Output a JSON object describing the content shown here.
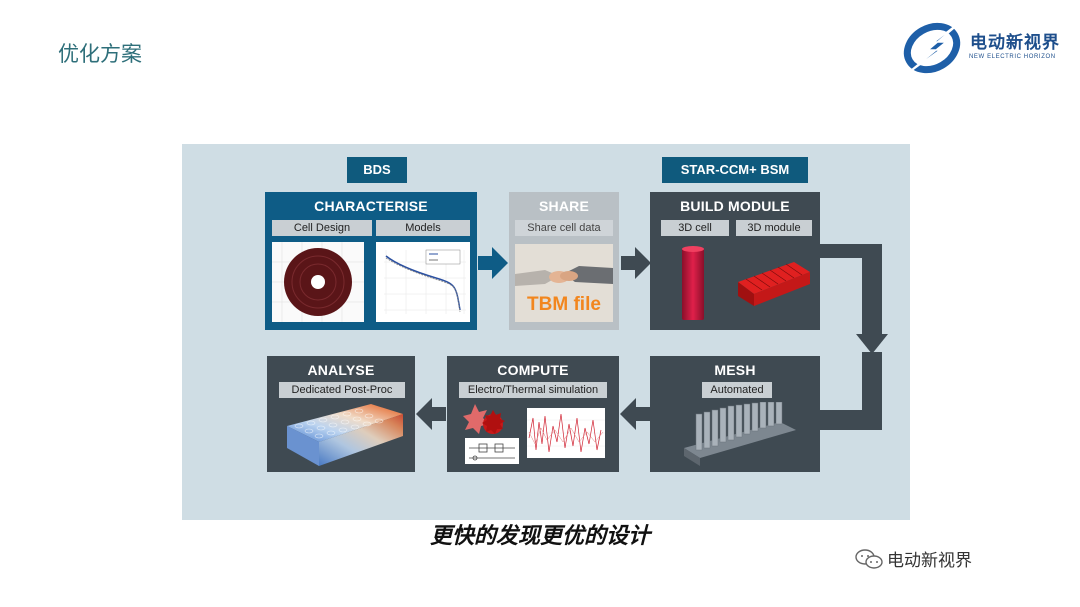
{
  "page": {
    "title": "优化方案"
  },
  "logo": {
    "cn": "电动新视界",
    "en": "NEW ELECTRIC HORIZON"
  },
  "headers": {
    "bds": "BDS",
    "star": "STAR-CCM+ BSM"
  },
  "boxes": {
    "characterise": {
      "title": "CHARACTERISE",
      "chips": [
        "Cell Design",
        "Models"
      ]
    },
    "share": {
      "title": "SHARE",
      "chips": [
        "Share cell data"
      ],
      "image_text": "TBM file"
    },
    "build": {
      "title": "BUILD MODULE",
      "chips": [
        "3D cell",
        "3D module"
      ]
    },
    "mesh": {
      "title": "MESH",
      "chips": [
        "Automated"
      ]
    },
    "compute": {
      "title": "COMPUTE",
      "chips": [
        "Electro/Thermal simulation"
      ]
    },
    "analyse": {
      "title": "ANALYSE",
      "chips": [
        "Dedicated Post-Proc"
      ]
    }
  },
  "tagline": "更快的发现更优的设计",
  "watermark": "电动新视界",
  "colors": {
    "accent": "#0f5a7d",
    "panel": "#cfdde4",
    "box": "#3f4a52",
    "title": "#2e6f7a"
  }
}
